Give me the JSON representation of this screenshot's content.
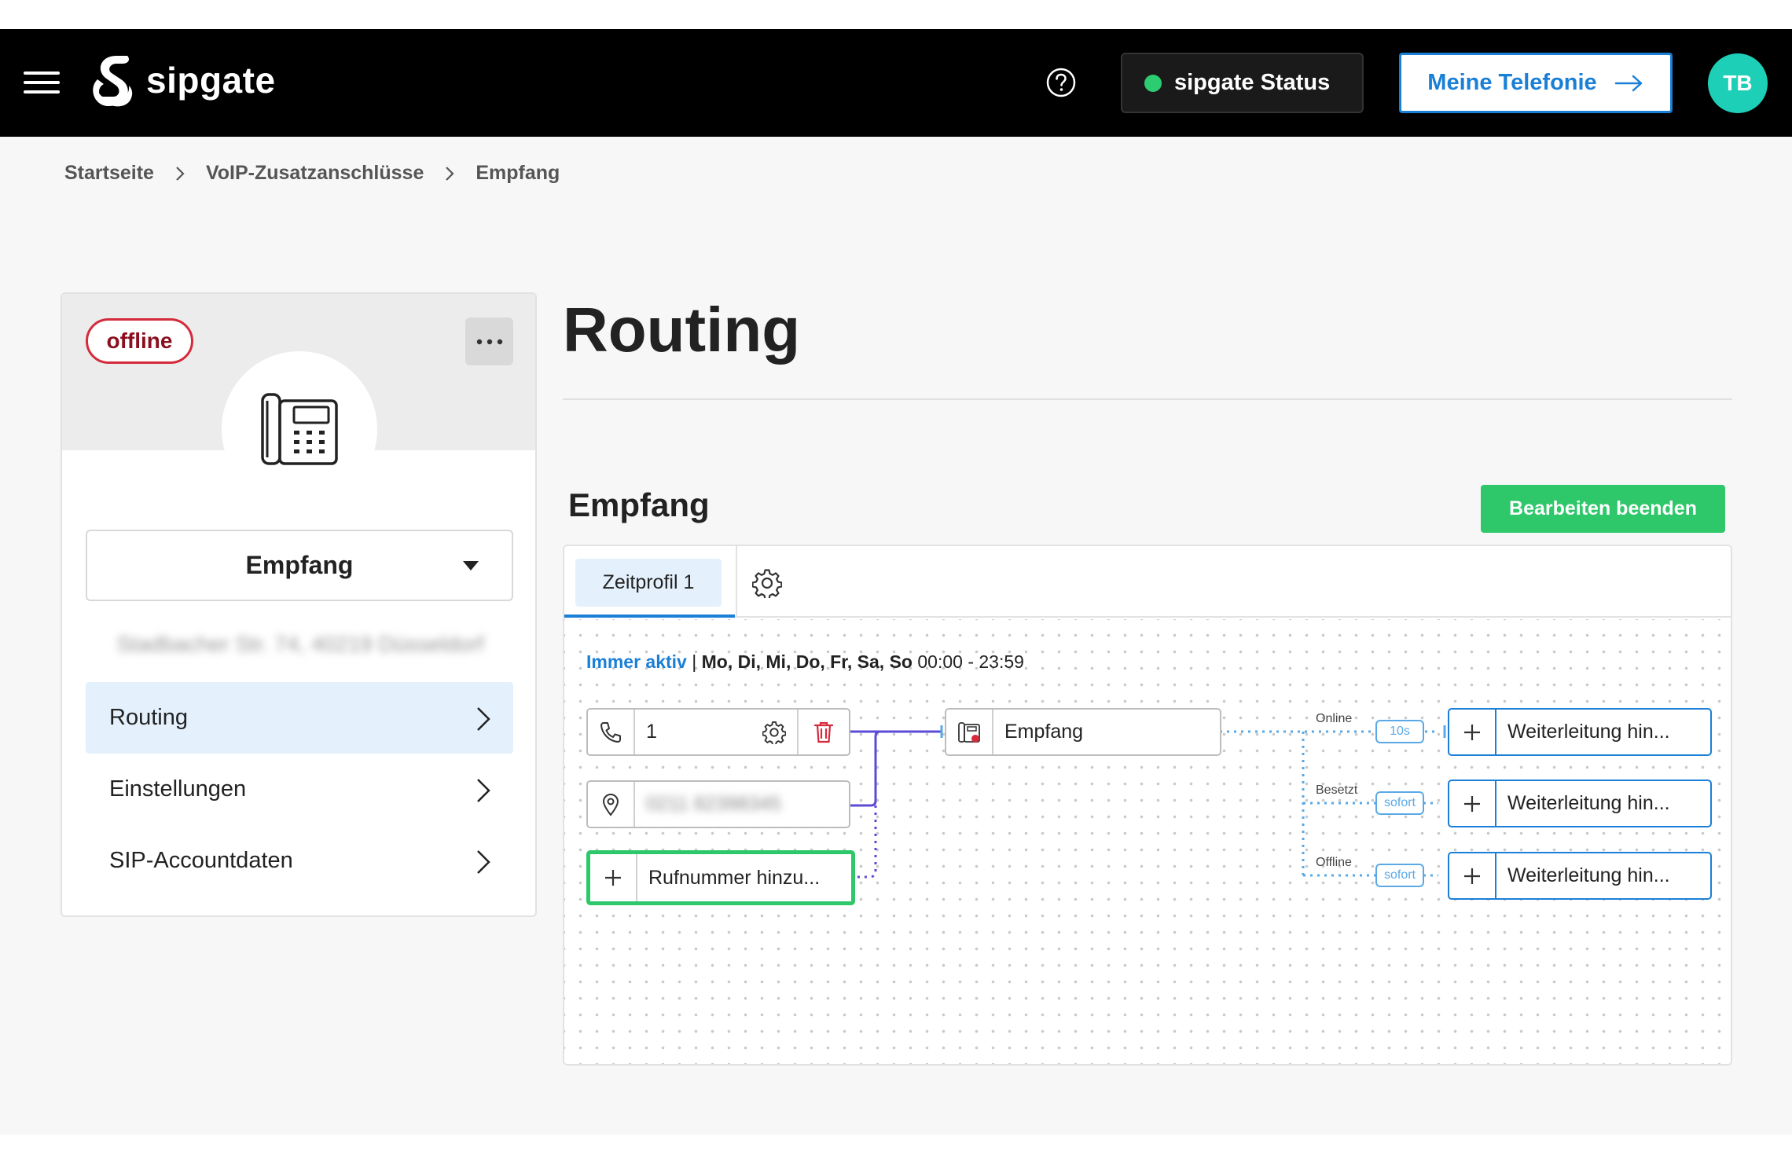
{
  "header": {
    "brand": "sipgate",
    "status_label": "sipgate Status",
    "tel_label": "Meine Telefonie",
    "avatar_initials": "TB",
    "colors": {
      "status_dot": "#2ecc71",
      "accent": "#1a7fd6",
      "avatar_bg": "#1ecfb8"
    }
  },
  "breadcrumb": [
    "Startseite",
    "VoIP-Zusatzanschlüsse",
    "Empfang"
  ],
  "sidebar": {
    "badge": "offline",
    "device_name": "Empfang",
    "address": "Stadbacher Str. 74, 40219 Düsseldorf",
    "menu": [
      {
        "label": "Routing",
        "active": true
      },
      {
        "label": "Einstellungen",
        "active": false
      },
      {
        "label": "SIP-Accountdaten",
        "active": false
      }
    ]
  },
  "main": {
    "title": "Routing",
    "section_title": "Empfang",
    "edit_button": "Bearbeiten beenden",
    "tab_label": "Zeitprofil 1",
    "schedule": {
      "status": "Immer aktiv",
      "sep": "|",
      "days": "Mo, Di, Mi, Do, Fr, Sa, So",
      "time": "00:00 - 23:59"
    },
    "numbers": [
      {
        "icon": "phone-icon",
        "value": "1"
      },
      {
        "icon": "location-icon",
        "value": "0211 82398345"
      }
    ],
    "add_number": "Rufnummer hinzu...",
    "target_device": "Empfang",
    "forwards": [
      {
        "state": "Online",
        "delay": "10s",
        "label": "Weiterleitung hin..."
      },
      {
        "state": "Besetzt",
        "delay": "sofort",
        "label": "Weiterleitung hin..."
      },
      {
        "state": "Offline",
        "delay": "sofort",
        "label": "Weiterleitung hin..."
      }
    ]
  }
}
